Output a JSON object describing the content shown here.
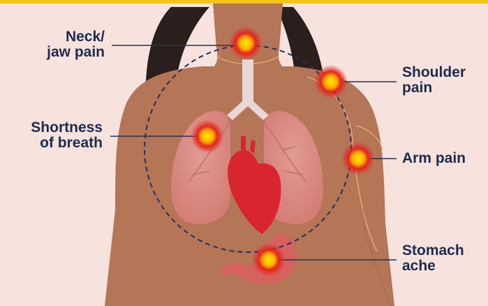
{
  "diagram": {
    "labels": {
      "neck": "Neck/\njaw pain",
      "shoulder": "Shoulder\npain",
      "breath": "Shortness\nof breath",
      "arm": "Arm pain",
      "stomach": "Stomach\nache"
    },
    "colors": {
      "background": "#f6e3dd",
      "top_bar": "#f5c518",
      "skin": "#b57557",
      "skin_shadow": "#9c5f45",
      "hair": "#2b1f1d",
      "lung": "#dd8a87",
      "heart": "#d9262e",
      "stomach": "#d9605e",
      "trachea": "#e9d6d6",
      "label_text": "#1d2b4f",
      "dashed_circle": "#24335a",
      "pain_dot_core": "#ffe400",
      "pain_dot_ring": "#e52421"
    },
    "icons": [
      "pain-point-icon"
    ]
  }
}
